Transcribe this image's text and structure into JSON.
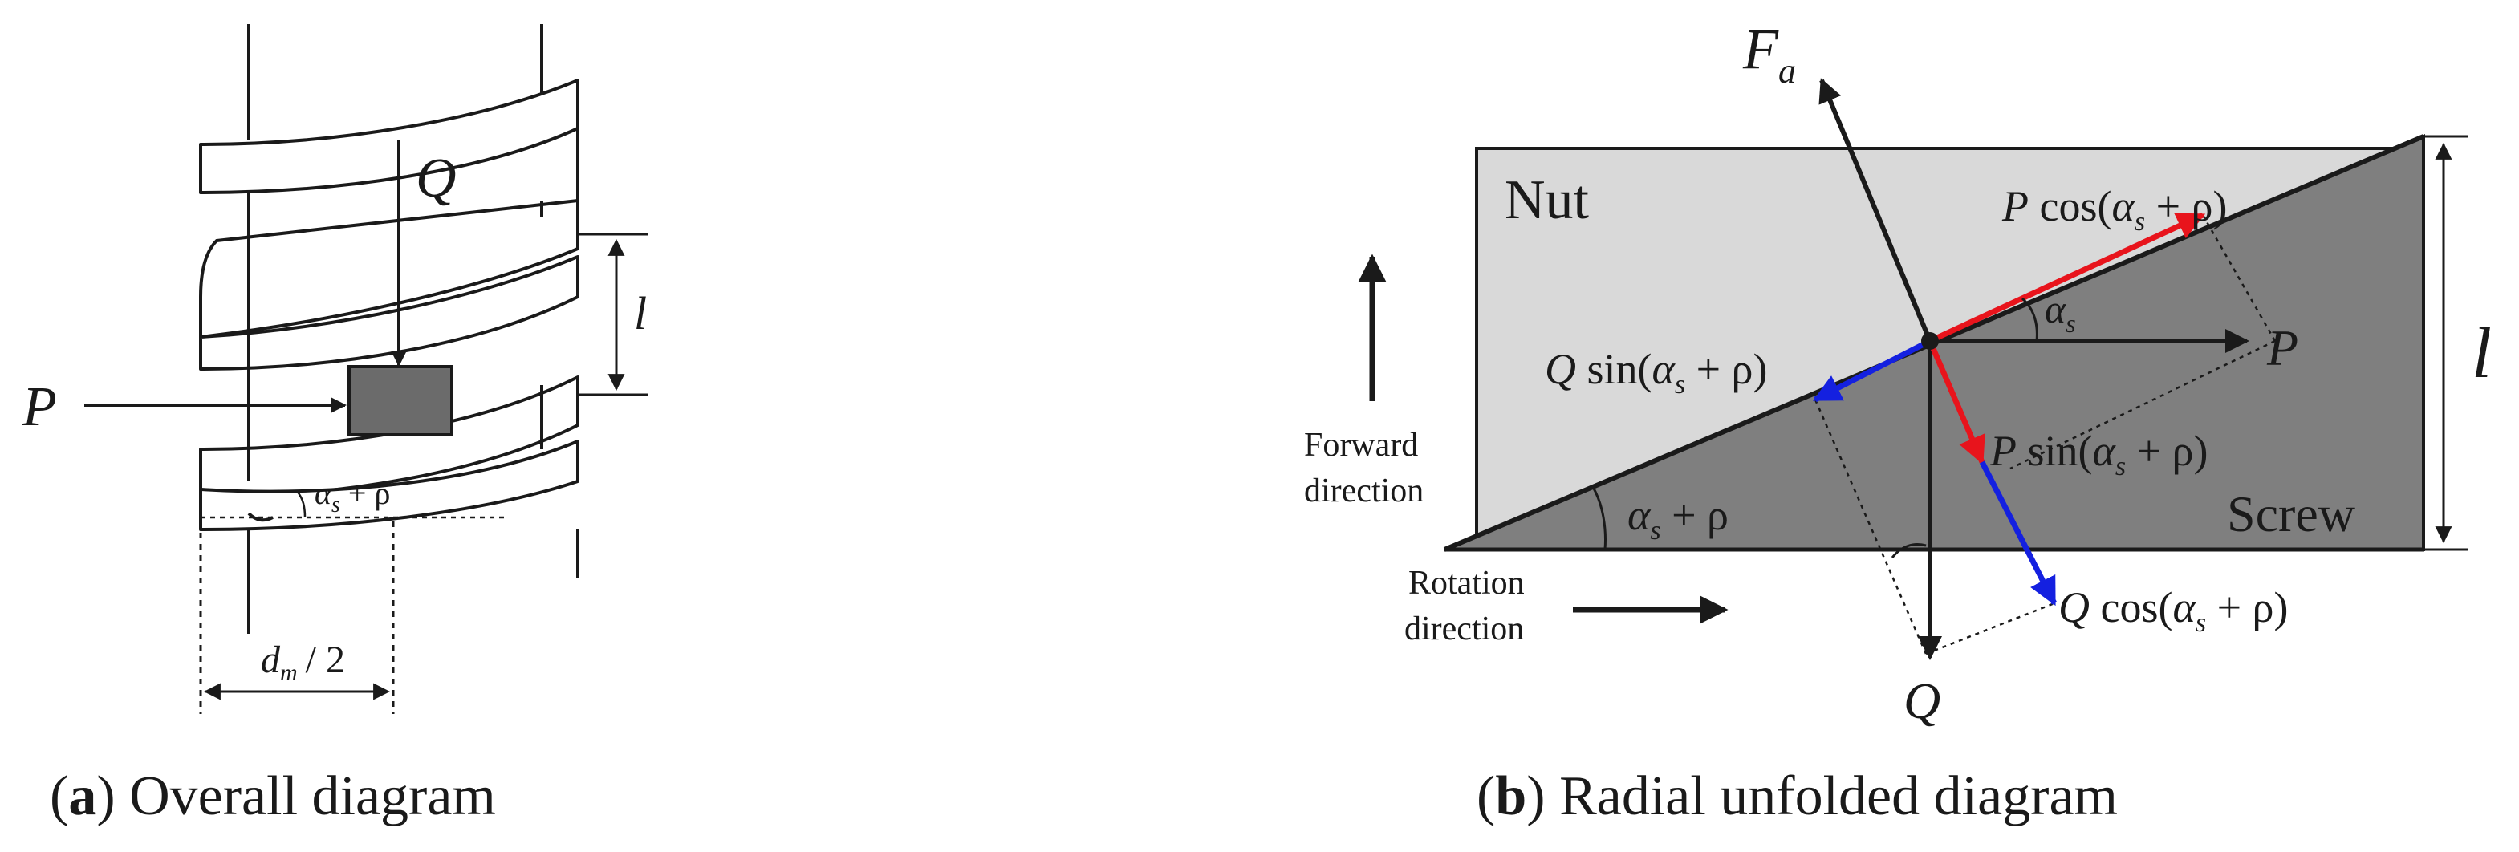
{
  "panel_a": {
    "caption_letter": "a",
    "caption_text": "Overall diagram",
    "label_Q": "Q",
    "label_P": "P",
    "label_l": "l",
    "angle_main": "α",
    "angle_sub": "s",
    "angle_rest": "+ ρ",
    "dm_main": "d",
    "dm_sub": "m",
    "dm_rest": "/ 2"
  },
  "panel_b": {
    "caption_letter": "b",
    "caption_text": "Radial unfolded diagram",
    "Fa_main": "F",
    "Fa_sub": "a",
    "nut_label": "Nut",
    "screw_label": "Screw",
    "label_l": "l",
    "label_P": "P",
    "label_Q": "Q",
    "forward_line1": "Forward",
    "forward_line2": "direction",
    "rotation_line1": "Rotation",
    "rotation_line2": "direction",
    "comp_P_cos": {
      "lead": "P",
      "fn": " cos(",
      "alpha": "α",
      "sub": "s",
      "tail": " + ρ)"
    },
    "comp_P_sin": {
      "lead": "P",
      "fn": " sin(",
      "alpha": "α",
      "sub": "s",
      "tail": " + ρ)"
    },
    "comp_Q_sin": {
      "lead": "Q",
      "fn": " sin(",
      "alpha": "α",
      "sub": "s",
      "tail": " + ρ)"
    },
    "comp_Q_cos": {
      "lead": "Q",
      "fn": " cos(",
      "alpha": "α",
      "sub": "s",
      "tail": " + ρ)"
    },
    "lead_angle": {
      "alpha": "α",
      "sub": "s",
      "tail": " + ρ"
    },
    "alpha_s_label": {
      "alpha": "α",
      "sub": "s"
    }
  },
  "colors": {
    "nut_fill": "#d9d9d9",
    "screw_fill": "#7f7f7f",
    "red_arrow": "#e8141c",
    "blue_arrow": "#1420e0",
    "ink": "#1a1a1a"
  }
}
